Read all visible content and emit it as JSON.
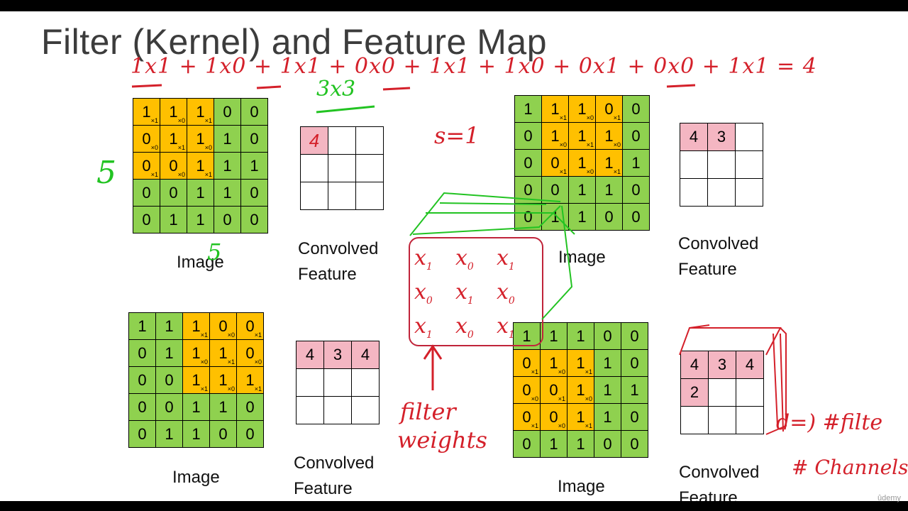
{
  "title": "Filter (Kernel) and Feature Map",
  "handwritten": {
    "equation": "1x1 + 1x0 + 1x1 + 0x0 + 1x1 + 1x0 + 0x1 + 0x0 + 1x1 = 4",
    "kernel_size": "3x3",
    "stride": "s=1",
    "rows": "5",
    "cols": "5",
    "filter_label_line1": "filter",
    "filter_label_line2": "weights",
    "depth_note": "d=) #filte",
    "channels_note": "# Channels",
    "kernel_weights": [
      "x1",
      "x0",
      "x1",
      "x0",
      "x1",
      "x0",
      "x1",
      "x0",
      "x1"
    ]
  },
  "labels": {
    "image": "Image",
    "convolved_line1": "Convolved",
    "convolved_line2": "Feature"
  },
  "image_matrix": [
    [
      1,
      1,
      1,
      0,
      0
    ],
    [
      0,
      1,
      1,
      1,
      0
    ],
    [
      0,
      0,
      1,
      1,
      1
    ],
    [
      0,
      0,
      1,
      1,
      0
    ],
    [
      0,
      1,
      1,
      0,
      0
    ]
  ],
  "kernel_subscripts": [
    [
      "×1",
      "×0",
      "×1"
    ],
    [
      "×0",
      "×1",
      "×0"
    ],
    [
      "×1",
      "×0",
      "×1"
    ]
  ],
  "panels": [
    {
      "window_row": 0,
      "window_col": 0,
      "output_values": [
        "4"
      ]
    },
    {
      "window_row": 0,
      "window_col": 1,
      "output_values": [
        "4",
        "3"
      ]
    },
    {
      "window_row": 0,
      "window_col": 2,
      "output_values": [
        "4",
        "3",
        "4"
      ]
    },
    {
      "window_row": 1,
      "window_col": 0,
      "output_values": [
        "4",
        "3",
        "4",
        "2"
      ]
    }
  ],
  "watermark": "ûdemy",
  "colors": {
    "cell": "#8fd14f",
    "window": "#ffc000",
    "output": "#f4b6c2",
    "ink_red": "#d4202a",
    "ink_green": "#22c322"
  }
}
